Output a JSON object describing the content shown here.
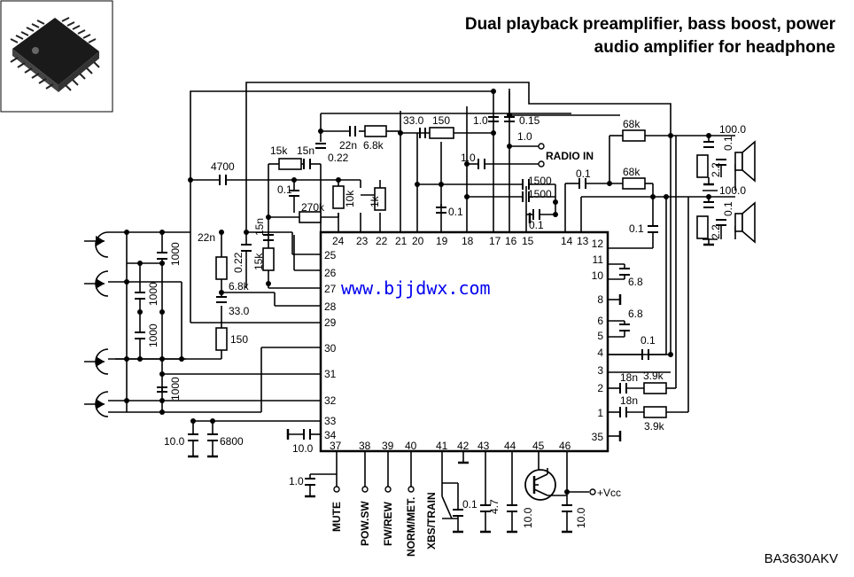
{
  "title": {
    "line1": "Dual playback preamplifier, bass boost, power",
    "line2": "audio amplifier for headphone"
  },
  "watermark": "www.bjjdwx.com",
  "part_number": "BA3630AKV",
  "radio_in": "RADIO IN",
  "vcc": "+Vcc",
  "logo_icon": "ic-chip-icon",
  "pins": {
    "left": [
      "25",
      "26",
      "27",
      "28",
      "29",
      "30",
      "31",
      "32",
      "33",
      "34"
    ],
    "top": [
      "24",
      "23",
      "22",
      "21",
      "20",
      "19",
      "18",
      "17",
      "16",
      "15",
      "14",
      "13"
    ],
    "right": [
      "12",
      "11",
      "10",
      "8",
      "6",
      "5",
      "4",
      "3",
      "2",
      "1",
      "35"
    ],
    "bottom": [
      "37",
      "38",
      "39",
      "40",
      "41",
      "42",
      "43",
      "44",
      "45",
      "46"
    ]
  },
  "controls": [
    "MUTE",
    "POW.SW",
    "FW/REW",
    "NORM/MET.",
    "XBS/TRAIN"
  ],
  "components": {
    "c33a": "33.0",
    "r150a": "150",
    "c150": "1.0",
    "c015": "0.15",
    "c22n": "22n",
    "r68k": "6.8k",
    "c10a": "1.0",
    "c15n": "15n",
    "r15k": "15k",
    "c022": "0.22",
    "c4700": "4700",
    "c01a": "0.1",
    "r270k": "270k",
    "r10k": "10k",
    "r1k": "1k",
    "c10b": "1.0",
    "c1500a": "1500",
    "c1500b": "1500",
    "c01b": "0.1",
    "c01c": "0.1",
    "c01d": "0.1",
    "c01e": "0.1",
    "r68ka": "68k",
    "r68kb": "68k",
    "c100a": "100.0",
    "c100b": "100.0",
    "r22a": "2.2",
    "c01f": "0.1",
    "r22b": "2.2",
    "c01g": "0.1",
    "c22nl": "22n",
    "c15nl": "15n",
    "c022l": "0.22",
    "r15kl": "15k",
    "r68kl": "6.8k",
    "c33l": "33.0",
    "r150l": "150",
    "c1000a": "1000",
    "c1000b": "1000",
    "c1000c": "1000",
    "c1000d": "1000",
    "c10c": "10.0",
    "c6800": "6800",
    "c10d": "10.0",
    "c68a": "6.8",
    "c68b": "6.8",
    "c01h": "0.1",
    "c18na": "18n",
    "r39ka": "3.9k",
    "c18nb": "18n",
    "r39kb": "3.9k",
    "c10e": "1.0",
    "c01i": "0.1",
    "c47": "4.7",
    "c10f": "10.0",
    "c10g": "10.0"
  }
}
